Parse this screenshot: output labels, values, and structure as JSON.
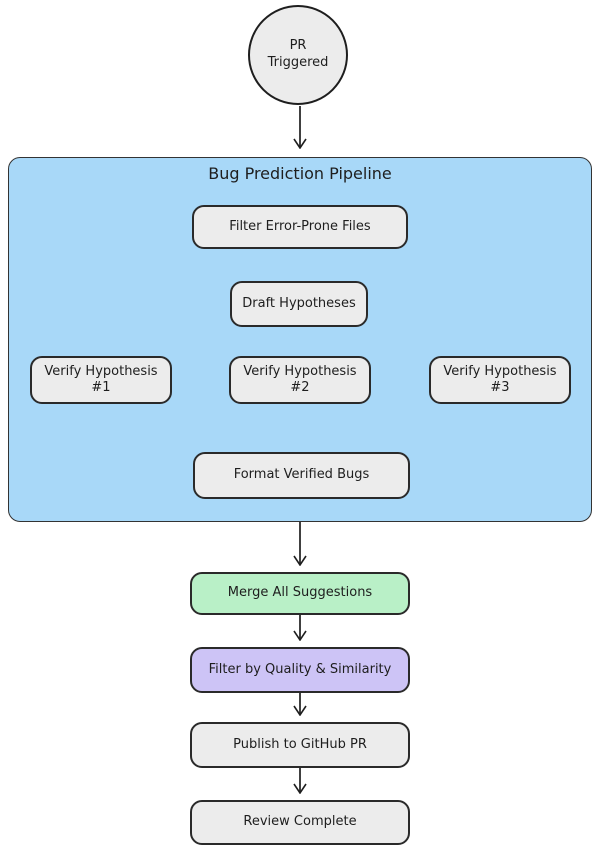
{
  "diagram": {
    "title": "Bug Prediction Pipeline flowchart",
    "start_node": {
      "label": "PR Triggered"
    },
    "container": {
      "title": "Bug Prediction Pipeline",
      "fill": "#a8d8f8"
    },
    "nodes": {
      "filter_files": "Filter Error-Prone Files",
      "draft": "Draft Hypotheses",
      "verify1": "Verify Hypothesis #1",
      "verify2": "Verify Hypothesis #2",
      "verify3": "Verify Hypothesis #3",
      "format": "Format Verified Bugs",
      "merge": "Merge All Suggestions",
      "quality": "Filter by Quality & Similarity",
      "publish": "Publish to GitHub PR",
      "review": "Review Complete"
    },
    "colors": {
      "node_fill": "#ececec",
      "container_fill": "#a8d8f8",
      "merge_fill": "#b9f0c7",
      "quality_fill": "#cdc4f6",
      "stroke": "#1e1e1e",
      "background": "#ffffff"
    },
    "edges": [
      "start -> pipeline",
      "filter_files -> draft",
      "draft -> verify1",
      "draft -> verify2",
      "draft -> verify3",
      "verify1 -> format",
      "verify2 -> format",
      "verify3 -> format",
      "format -> merge",
      "merge -> quality",
      "quality -> publish",
      "publish -> review"
    ]
  }
}
